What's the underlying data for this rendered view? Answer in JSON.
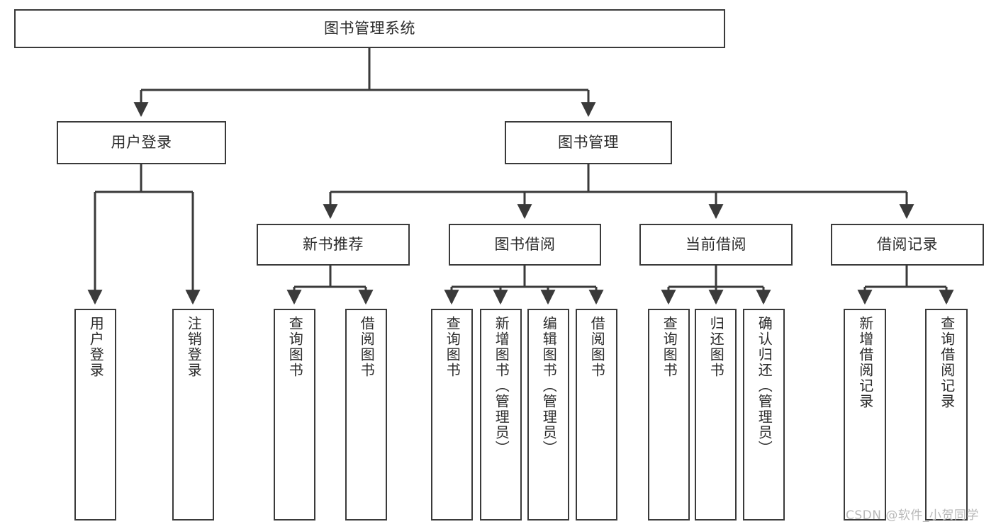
{
  "diagram": {
    "title": "图书管理系统",
    "type": "hierarchy-tree",
    "root": {
      "id": "root",
      "label": "图书管理系统"
    },
    "level1": [
      {
        "id": "user-login",
        "label": "用户登录"
      },
      {
        "id": "book-manage",
        "label": "图书管理"
      }
    ],
    "level2": [
      {
        "id": "new-book-recommend",
        "label": "新书推荐",
        "parent": "book-manage"
      },
      {
        "id": "book-borrow",
        "label": "图书借阅",
        "parent": "book-manage"
      },
      {
        "id": "current-borrow",
        "label": "当前借阅",
        "parent": "book-manage"
      },
      {
        "id": "borrow-record",
        "label": "借阅记录",
        "parent": "book-manage"
      }
    ],
    "leaves": [
      {
        "id": "leaf-user-login",
        "label": "用户登录",
        "parent": "user-login"
      },
      {
        "id": "leaf-logout-login",
        "label": "注销登录",
        "parent": "user-login"
      },
      {
        "id": "leaf-query-book-1",
        "label": "查询图书",
        "parent": "new-book-recommend"
      },
      {
        "id": "leaf-borrow-book-1",
        "label": "借阅图书",
        "parent": "new-book-recommend"
      },
      {
        "id": "leaf-query-book-2",
        "label": "查询图书",
        "parent": "book-borrow"
      },
      {
        "id": "leaf-add-book",
        "label": "新增图书（管理员）",
        "parent": "book-borrow"
      },
      {
        "id": "leaf-edit-book",
        "label": "编辑图书（管理员）",
        "parent": "book-borrow"
      },
      {
        "id": "leaf-borrow-book-2",
        "label": "借阅图书",
        "parent": "book-borrow"
      },
      {
        "id": "leaf-query-book-3",
        "label": "查询图书",
        "parent": "current-borrow"
      },
      {
        "id": "leaf-return-book",
        "label": "归还图书",
        "parent": "current-borrow"
      },
      {
        "id": "leaf-confirm-return",
        "label": "确认归还（管理员）",
        "parent": "current-borrow"
      },
      {
        "id": "leaf-add-record",
        "label": "新增借阅记录",
        "parent": "borrow-record"
      },
      {
        "id": "leaf-query-record",
        "label": "查询借阅记录",
        "parent": "borrow-record"
      }
    ],
    "watermark": "CSDN @软件_小贺同学",
    "colors": {
      "stroke": "#3a3a3a",
      "background": "#ffffff",
      "text": "#2b2b2b",
      "watermark": "#b9b9b9"
    }
  }
}
